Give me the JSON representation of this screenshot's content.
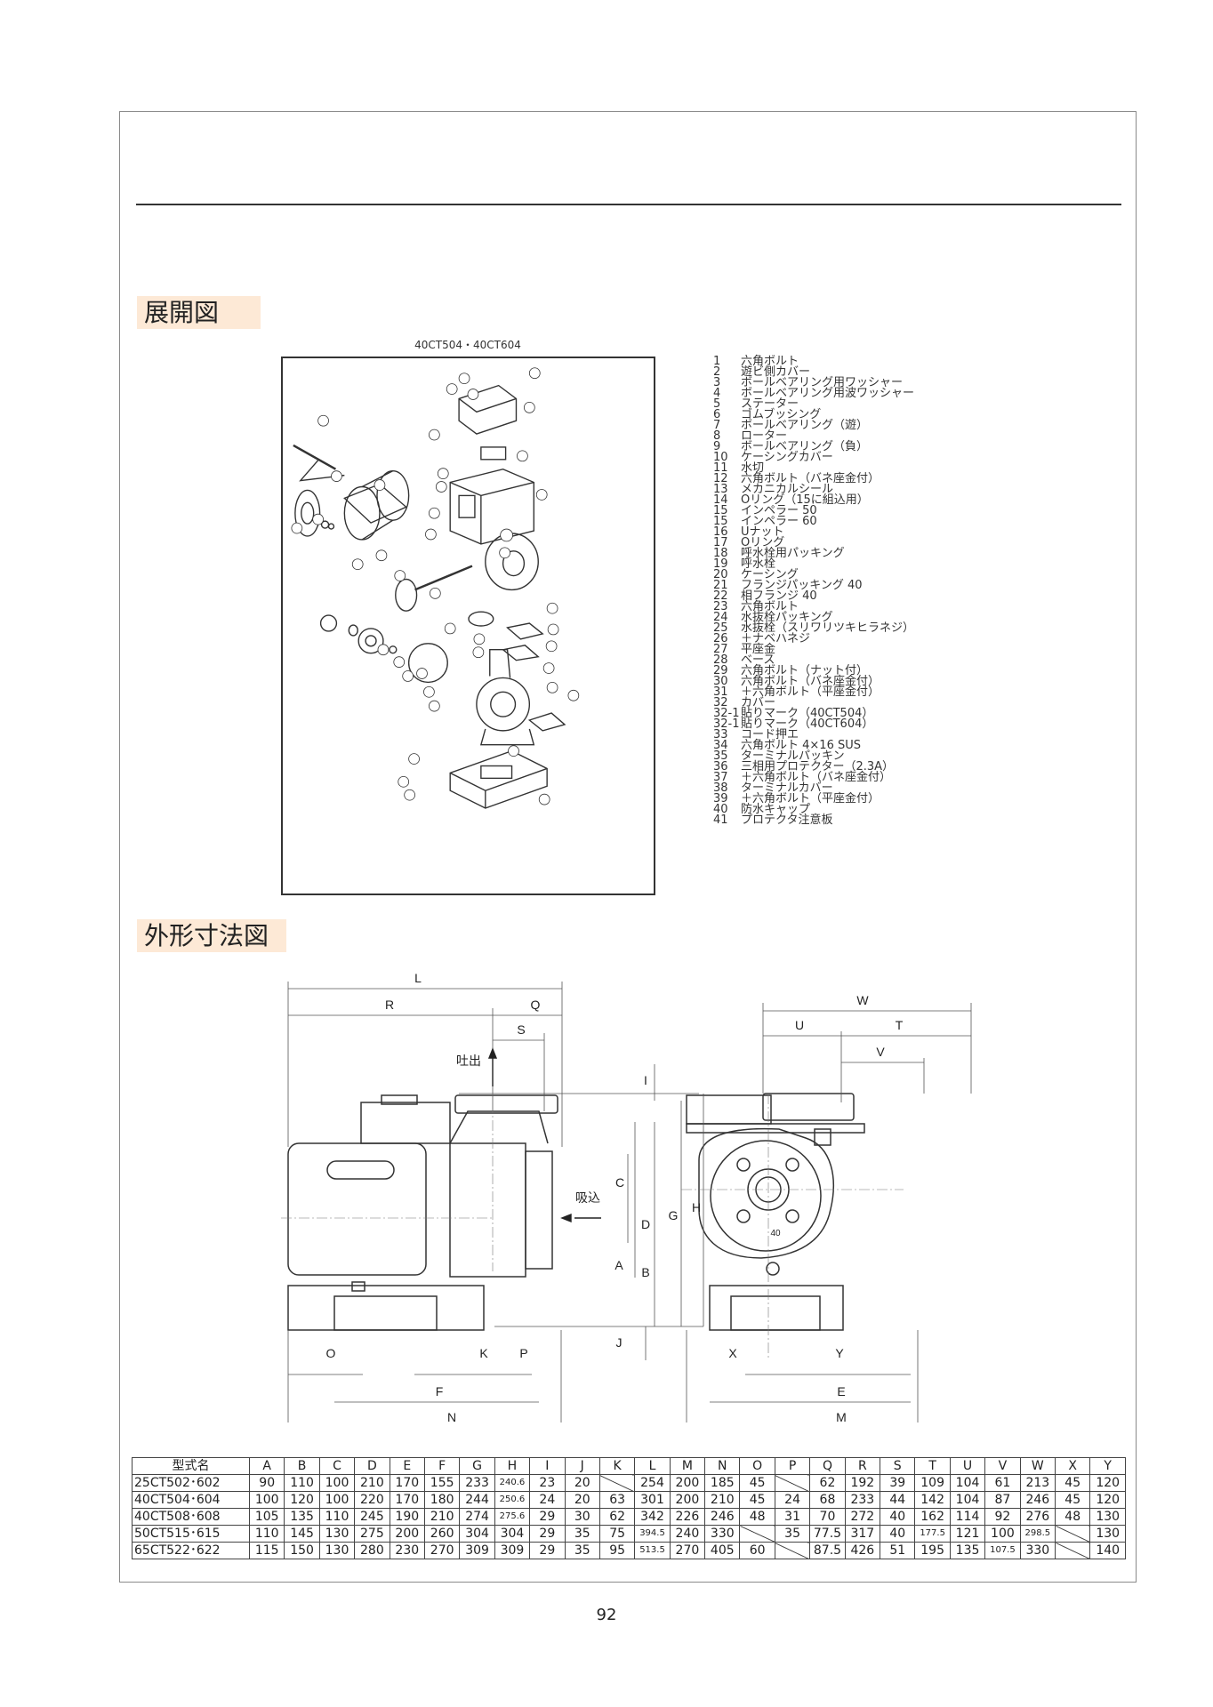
{
  "headings": {
    "exploded": "展開図",
    "outline": "外形寸法図"
  },
  "exploded_caption": "40CT504・40CT604",
  "callouts": [
    "1",
    "2",
    "3",
    "4",
    "5",
    "6",
    "7",
    "8",
    "9",
    "10",
    "11",
    "12",
    "13",
    "14",
    "15",
    "16",
    "17",
    "18",
    "19",
    "20",
    "21",
    "22",
    "23",
    "24",
    "25",
    "26",
    "27",
    "28",
    "29",
    "30",
    "31",
    "32",
    "32-1",
    "33",
    "34",
    "35",
    "36",
    "37",
    "38",
    "39",
    "40",
    "41"
  ],
  "parts": [
    {
      "no": "1",
      "name": "六角ボルト"
    },
    {
      "no": "2",
      "name": "遊ビ側カバー"
    },
    {
      "no": "3",
      "name": "ボールベアリング用ワッシャー"
    },
    {
      "no": "4",
      "name": "ボールベアリング用波ワッシャー"
    },
    {
      "no": "5",
      "name": "ステーター"
    },
    {
      "no": "6",
      "name": "ゴムブッシング"
    },
    {
      "no": "7",
      "name": "ボールベアリング（遊）"
    },
    {
      "no": "8",
      "name": "ローター"
    },
    {
      "no": "9",
      "name": "ボールベアリング（負）"
    },
    {
      "no": "10",
      "name": "ケーシングカバー"
    },
    {
      "no": "11",
      "name": "水切"
    },
    {
      "no": "12",
      "name": "六角ボルト（バネ座金付）"
    },
    {
      "no": "13",
      "name": "メカニカルシール"
    },
    {
      "no": "14",
      "name": "Oリング（15に組込用）"
    },
    {
      "no": "15",
      "name": "インペラー 50"
    },
    {
      "no": "15",
      "name": "インペラー 60"
    },
    {
      "no": "16",
      "name": "Uナット"
    },
    {
      "no": "17",
      "name": "Oリング"
    },
    {
      "no": "18",
      "name": "呼水栓用パッキング"
    },
    {
      "no": "19",
      "name": "呼水栓"
    },
    {
      "no": "20",
      "name": "ケーシング"
    },
    {
      "no": "21",
      "name": "フランジパッキング 40"
    },
    {
      "no": "22",
      "name": "相フランジ 40"
    },
    {
      "no": "23",
      "name": "六角ボルト"
    },
    {
      "no": "24",
      "name": "水抜栓パッキング"
    },
    {
      "no": "25",
      "name": "水抜栓（スリワリツキヒラネジ）"
    },
    {
      "no": "26",
      "name": "＋ナベハネジ"
    },
    {
      "no": "27",
      "name": "平座金"
    },
    {
      "no": "28",
      "name": "ベース"
    },
    {
      "no": "29",
      "name": "六角ボルト（ナット付）"
    },
    {
      "no": "30",
      "name": "六角ボルト（バネ座金付）"
    },
    {
      "no": "31",
      "name": "＋六角ボルト（平座金付）"
    },
    {
      "no": "32",
      "name": "カバー"
    },
    {
      "no": "32-1",
      "name": "貼りマーク（40CT504）"
    },
    {
      "no": "32-1",
      "name": "貼りマーク（40CT604）"
    },
    {
      "no": "33",
      "name": "コード押エ"
    },
    {
      "no": "34",
      "name": "六角ボルト 4×16 SUS"
    },
    {
      "no": "35",
      "name": "ターミナルパッキン"
    },
    {
      "no": "36",
      "name": "三相用プロテクター（2.3A）"
    },
    {
      "no": "37",
      "name": "＋六角ボルト（バネ座金付）"
    },
    {
      "no": "38",
      "name": "ターミナルカバー"
    },
    {
      "no": "39",
      "name": "＋六角ボルト（平座金付）"
    },
    {
      "no": "40",
      "name": "防水キャップ"
    },
    {
      "no": "41",
      "name": "プロテクタ注意板"
    }
  ],
  "dimension_labels": {
    "L": "L",
    "R": "R",
    "Q": "Q",
    "S": "S",
    "I": "I",
    "C": "C",
    "D": "D",
    "A": "A",
    "B": "B",
    "G": "G",
    "H": "H",
    "J": "J",
    "O": "O",
    "K": "K",
    "P": "P",
    "F": "F",
    "N": "N",
    "W": "W",
    "U": "U",
    "T": "T",
    "V": "V",
    "X": "X",
    "Y": "Y",
    "E": "E",
    "M": "M",
    "discharge": "吐出",
    "suction": "吸込",
    "badge": "40"
  },
  "table": {
    "columns": [
      "型式名",
      "A",
      "B",
      "C",
      "D",
      "E",
      "F",
      "G",
      "H",
      "I",
      "J",
      "K",
      "L",
      "M",
      "N",
      "O",
      "P",
      "Q",
      "R",
      "S",
      "T",
      "U",
      "V",
      "W",
      "X",
      "Y"
    ],
    "rows": [
      [
        "25CT502･602",
        "90",
        "110",
        "100",
        "210",
        "170",
        "155",
        "233",
        "240.6",
        "23",
        "20",
        "",
        "254",
        "200",
        "185",
        "45",
        "",
        "62",
        "192",
        "39",
        "109",
        "104",
        "61",
        "213",
        "45",
        "120"
      ],
      [
        "40CT504･604",
        "100",
        "120",
        "100",
        "220",
        "170",
        "180",
        "244",
        "250.6",
        "24",
        "20",
        "63",
        "301",
        "200",
        "210",
        "45",
        "24",
        "68",
        "233",
        "44",
        "142",
        "104",
        "87",
        "246",
        "45",
        "120"
      ],
      [
        "40CT508･608",
        "105",
        "135",
        "110",
        "245",
        "190",
        "210",
        "274",
        "275.6",
        "29",
        "30",
        "62",
        "342",
        "226",
        "246",
        "48",
        "31",
        "70",
        "272",
        "40",
        "162",
        "114",
        "92",
        "276",
        "48",
        "130"
      ],
      [
        "50CT515･615",
        "110",
        "145",
        "130",
        "275",
        "200",
        "260",
        "304",
        "304",
        "29",
        "35",
        "75",
        "394.5",
        "240",
        "330",
        "",
        "35",
        "77.5",
        "317",
        "40",
        "177.5",
        "121",
        "100",
        "298.5",
        "",
        "130"
      ],
      [
        "65CT522･622",
        "115",
        "150",
        "130",
        "280",
        "230",
        "270",
        "309",
        "309",
        "29",
        "35",
        "95",
        "513.5",
        "270",
        "405",
        "60",
        "",
        "87.5",
        "426",
        "51",
        "195",
        "135",
        "107.5",
        "330",
        "",
        "140"
      ]
    ]
  },
  "page_number": "92"
}
